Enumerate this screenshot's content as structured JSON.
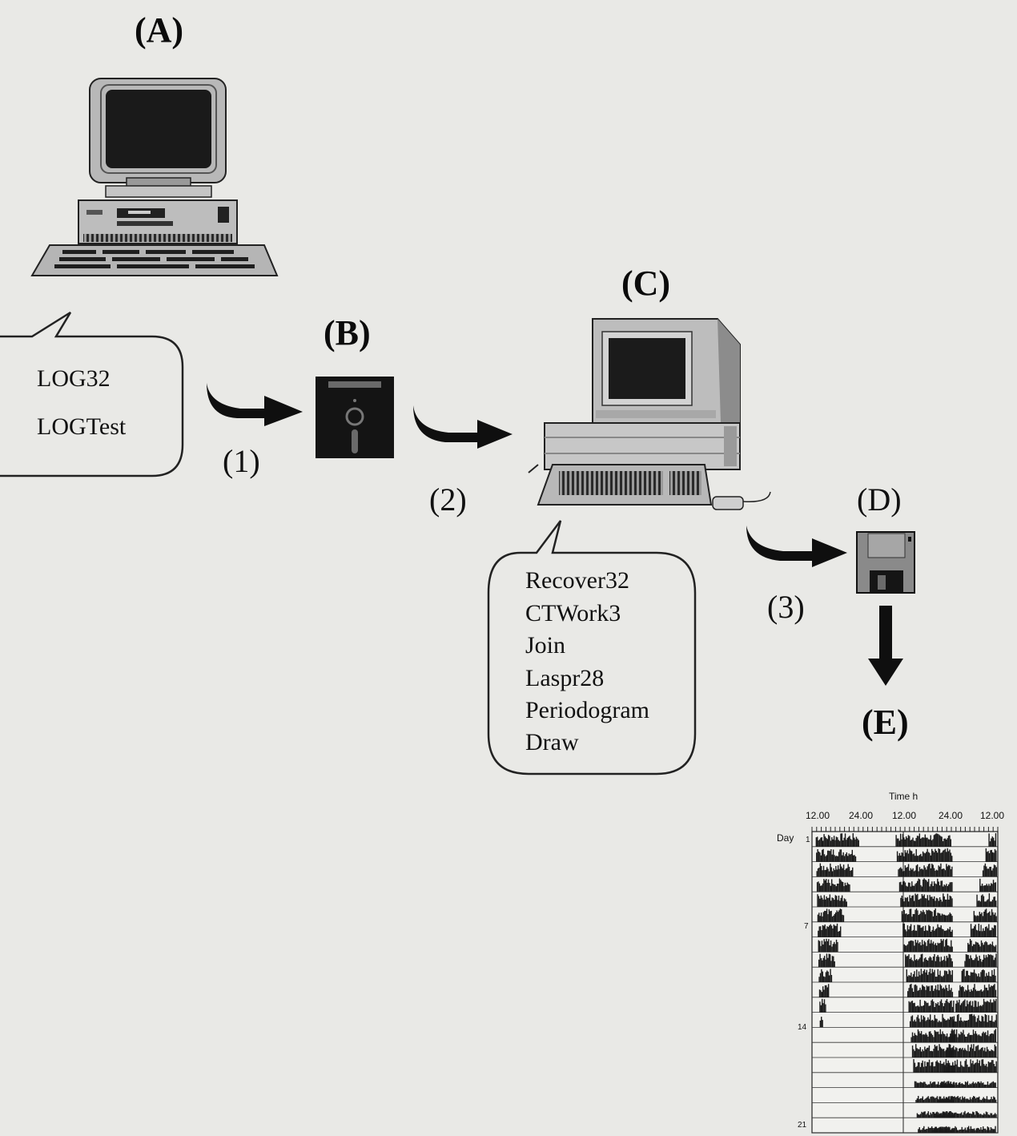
{
  "labels": {
    "A": "(A)",
    "B": "(B)",
    "C": "(C)",
    "D": "(D)",
    "E": "(E)"
  },
  "steps": [
    "(1)",
    "(2)",
    "(3)"
  ],
  "bubble_a": {
    "lines": [
      "LOG32",
      "LOGTest"
    ]
  },
  "bubble_c": {
    "lines": [
      "Recover32",
      "CTWork3",
      "Join",
      "Laspr28",
      "Periodogram",
      "Draw"
    ]
  },
  "actogram": {
    "title": "Time h",
    "time_ticks": [
      "12.00",
      "24.00",
      "12.00",
      "24.00",
      "12.00"
    ],
    "y_title": "Day",
    "day_ticks": [
      "1",
      "7",
      "14",
      "21"
    ]
  },
  "colors": {
    "background": "#e9e9e6",
    "ink": "#111111",
    "computer_body": "#bdbdbd",
    "screen": "#1a1a1a"
  },
  "icons": [
    "pc-computer-icon",
    "floppy-5in-icon",
    "mac-computer-icon",
    "floppy-3in-icon",
    "curved-arrow-icon",
    "down-arrow-icon"
  ]
}
